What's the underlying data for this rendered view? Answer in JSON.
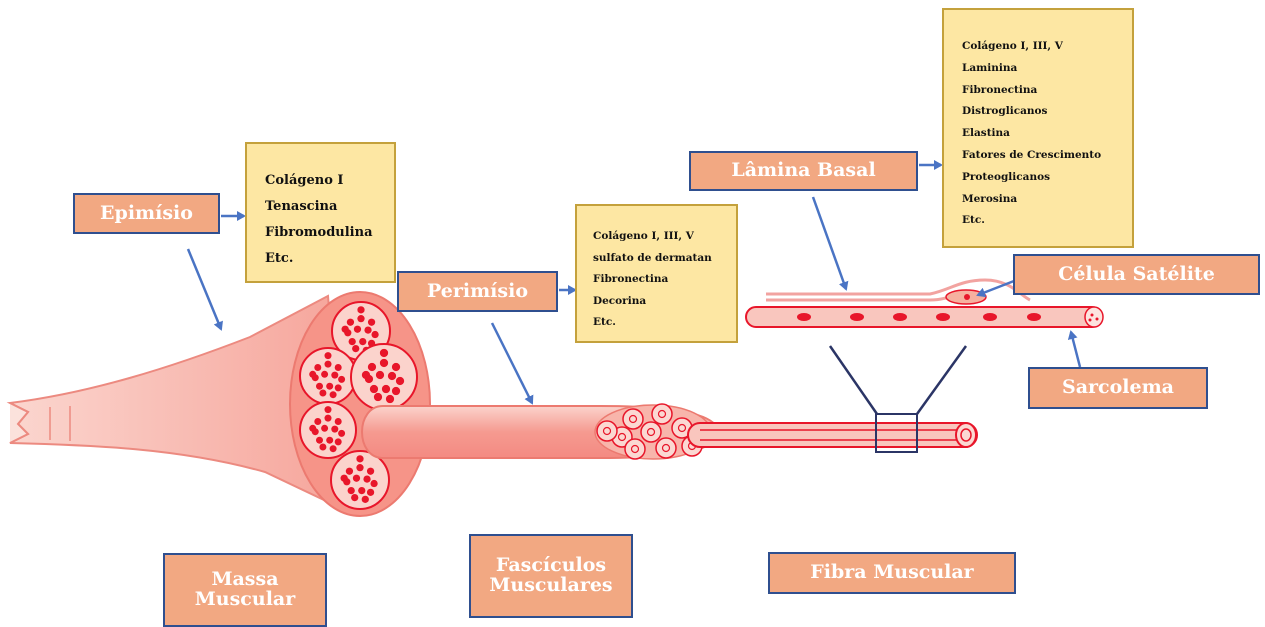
{
  "labels": {
    "epimisio": "Epimísio",
    "perimisio": "Perimísio",
    "lamina_basal": "Lâmina Basal",
    "celula_satelite": "Célula Satélite",
    "sarcolema": "Sarcolema",
    "massa_line1": "Massa",
    "massa_line2": "Muscular",
    "fasciculos_line1": "Fascículos",
    "fasciculos_line2": "Musculares",
    "fibra": "Fibra Muscular"
  },
  "epimisio_box": [
    "Colágeno  I",
    "Tenascina",
    "Fibromodulina",
    "Etc."
  ],
  "perimisio_box": [
    "Colágeno  I, III, V",
    "sulfato de dermatan",
    "Fibronectina",
    "Decorina",
    "Etc."
  ],
  "lamina_box": [
    "Colágeno  I, III, V",
    "Laminina",
    "Fibronectina",
    "Distroglicanos",
    "Elastina",
    "Fatores de Crescimento",
    "Proteoglicanos",
    "Merosina",
    "Etc."
  ],
  "colors": {
    "label_fill": "#f2a882",
    "label_border": "#2f4f8f",
    "info_fill": "#fde7a3",
    "info_border": "#c4a13c",
    "muscle_light": "#f9c1b6",
    "muscle_mid": "#f48a82",
    "muscle_red": "#e8162a",
    "arrow": "#4a74c4"
  }
}
